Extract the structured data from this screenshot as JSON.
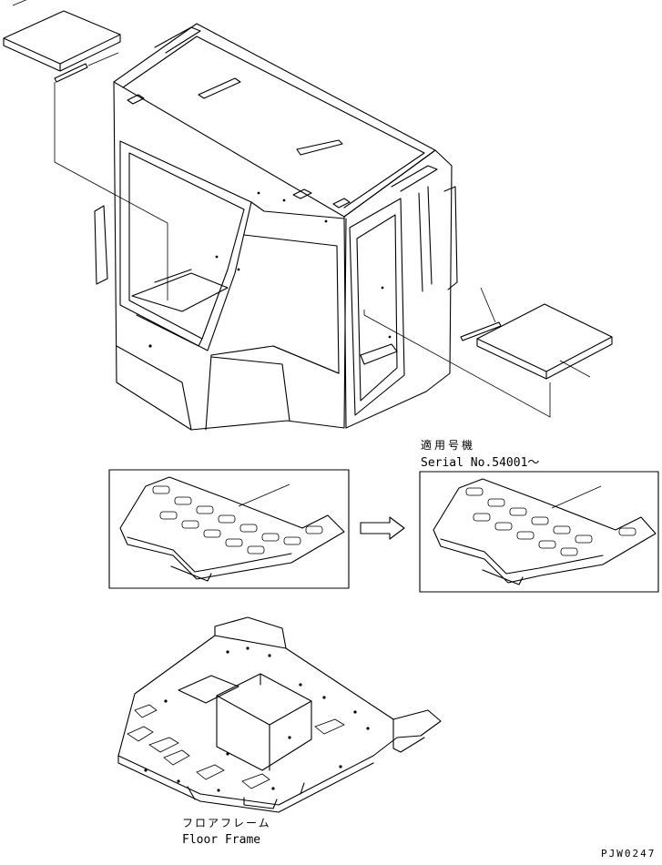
{
  "labels": {
    "serial_jp": "適用号機",
    "serial_en": "Serial No.54001～",
    "floor_jp": "フロアフレーム",
    "floor_en": "Floor Frame",
    "figure_code": "PJW0247"
  },
  "colors": {
    "line": "#000000",
    "background": "#ffffff"
  }
}
